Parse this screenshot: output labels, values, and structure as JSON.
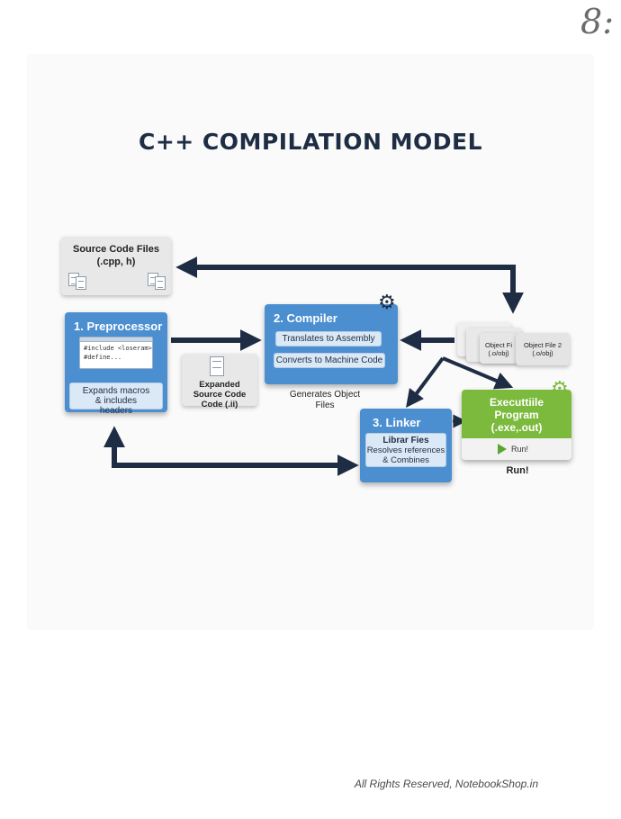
{
  "page_number": "8:",
  "title": "C++ COMPILATION MODEL",
  "source": {
    "label": "Source Code Files",
    "sublabel": "(.cpp, h)",
    "icon": "document-files-icon"
  },
  "preprocessor": {
    "title": "1. Preprocessor",
    "code_line1": "#include <loseram>",
    "code_line2": "#define...",
    "desc": "Expands macros & includes headers"
  },
  "expanded": {
    "label": "Expanded Source Code Code (.ii)",
    "icon": "document-icon"
  },
  "compiler": {
    "title": "2. Compiler",
    "step1": "Translates to Assembly",
    "step2": "Converts to Machine Code",
    "caption": "Generates Object Files",
    "icon": "gear-icon"
  },
  "object_files": {
    "file1_name": "Object Fi",
    "file1_ext": "(.o/obj)",
    "file2_name": "Object File 2",
    "file2_ext": "(.o/obj)"
  },
  "linker": {
    "title": "3. Linker",
    "library": "Librar Fies",
    "desc": "Resolves references & Combines"
  },
  "executable": {
    "title": "Executtiile Program (.exe,.out)",
    "run_button": "Run!",
    "caption": "Run!",
    "icon": "gear-icon"
  },
  "footer": "All Rights Reserved, NotebookShop.in",
  "colors": {
    "blue": "#4b8fd1",
    "green": "#7cba3d",
    "arrow": "#1f2d44",
    "gear": "#1f2d44"
  }
}
